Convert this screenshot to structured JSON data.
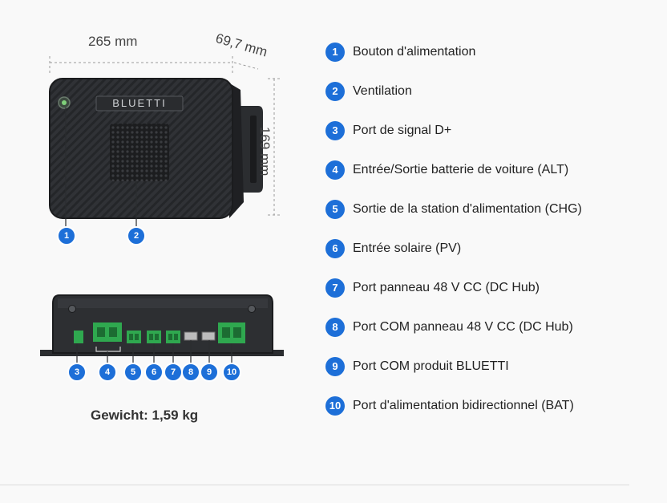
{
  "dimensions": {
    "width": "265 mm",
    "depth": "69,7 mm",
    "height": "169 mm"
  },
  "device": {
    "brand_label": "BLUETTI"
  },
  "top_callouts": [
    "1",
    "2"
  ],
  "bottom_callouts": [
    "3",
    "4",
    "5",
    "6",
    "7",
    "8",
    "9",
    "10"
  ],
  "weight": "Gewicht: 1,59 kg",
  "legend": [
    {
      "num": "1",
      "label": "Bouton d'alimentation"
    },
    {
      "num": "2",
      "label": "Ventilation"
    },
    {
      "num": "3",
      "label": "Port de signal D+"
    },
    {
      "num": "4",
      "label": "Entrée/Sortie batterie de voiture (ALT)"
    },
    {
      "num": "5",
      "label": "Sortie de la station d'alimentation (CHG)"
    },
    {
      "num": "6",
      "label": "Entrée solaire (PV)"
    },
    {
      "num": "7",
      "label": "Port panneau 48 V CC (DC Hub)"
    },
    {
      "num": "8",
      "label": "Port COM panneau 48 V CC (DC Hub)"
    },
    {
      "num": "9",
      "label": "Port COM produit BLUETTI"
    },
    {
      "num": "10",
      "label": "Port d'alimentation bidirectionnel (BAT)"
    }
  ],
  "colors": {
    "badge": "#1d6fd8",
    "device_body": "#2b2d30",
    "terminal_green": "#2fa84f"
  }
}
